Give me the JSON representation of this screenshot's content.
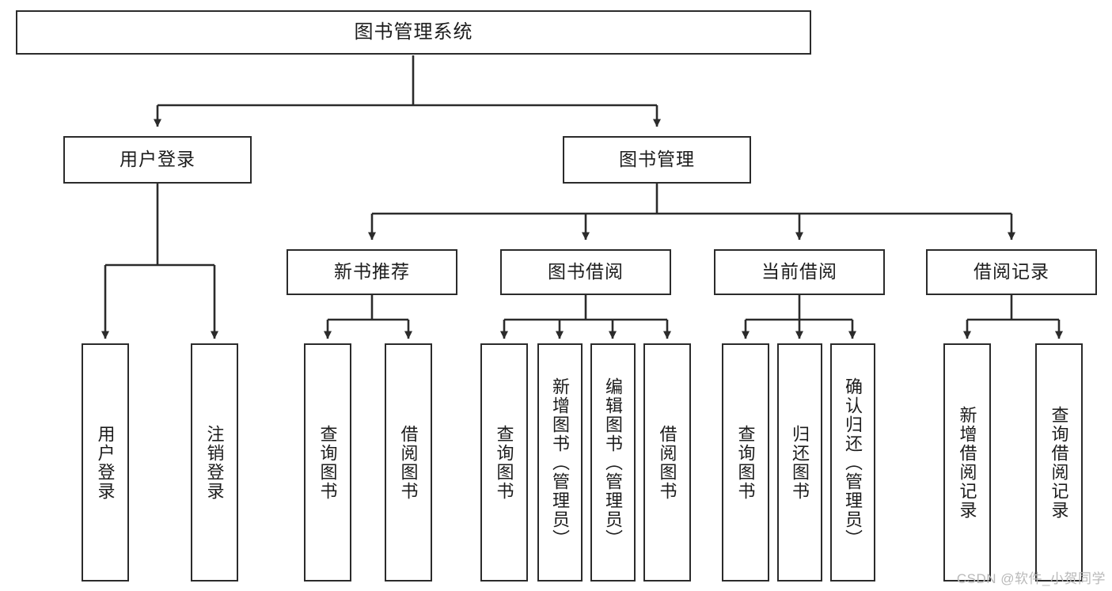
{
  "diagram": {
    "type": "tree-hierarchy",
    "title": "图书管理系统",
    "root": {
      "id": "root",
      "label": "图书管理系统"
    },
    "level2": [
      {
        "id": "user-login",
        "label": "用户登录"
      },
      {
        "id": "book-manage",
        "label": "图书管理"
      }
    ],
    "level3": [
      {
        "id": "new-book-rec",
        "label": "新书推荐",
        "parent": "book-manage"
      },
      {
        "id": "book-borrow",
        "label": "图书借阅",
        "parent": "book-manage"
      },
      {
        "id": "current-borrow",
        "label": "当前借阅",
        "parent": "book-manage"
      },
      {
        "id": "borrow-record",
        "label": "借阅记录",
        "parent": "book-manage"
      }
    ],
    "leaves": [
      {
        "id": "leaf-user-login",
        "label": "用户登录",
        "parent": "user-login"
      },
      {
        "id": "leaf-logout",
        "label": "注销登录",
        "parent": "user-login"
      },
      {
        "id": "leaf-query-book-1",
        "label": "查询图书",
        "parent": "new-book-rec"
      },
      {
        "id": "leaf-borrow-book-1",
        "label": "借阅图书",
        "parent": "new-book-rec"
      },
      {
        "id": "leaf-query-book-2",
        "label": "查询图书",
        "parent": "book-borrow"
      },
      {
        "id": "leaf-add-book",
        "label": "新增图书（管理员）",
        "parent": "book-borrow"
      },
      {
        "id": "leaf-edit-book",
        "label": "编辑图书（管理员）",
        "parent": "book-borrow"
      },
      {
        "id": "leaf-borrow-book-2",
        "label": "借阅图书",
        "parent": "book-borrow"
      },
      {
        "id": "leaf-query-book-3",
        "label": "查询图书",
        "parent": "current-borrow"
      },
      {
        "id": "leaf-return-book",
        "label": "归还图书",
        "parent": "current-borrow"
      },
      {
        "id": "leaf-confirm-return",
        "label": "确认归还（管理员）",
        "parent": "current-borrow"
      },
      {
        "id": "leaf-add-record",
        "label": "新增借阅记录",
        "parent": "borrow-record"
      },
      {
        "id": "leaf-query-record",
        "label": "查询借阅记录",
        "parent": "borrow-record"
      }
    ],
    "colors": {
      "stroke": "#2b2b2b",
      "fill": "#ffffff",
      "text": "#1c1c1c",
      "watermark": "#b9b9b9"
    }
  },
  "watermark": {
    "text": "CSDN @软件_小贺同学"
  }
}
